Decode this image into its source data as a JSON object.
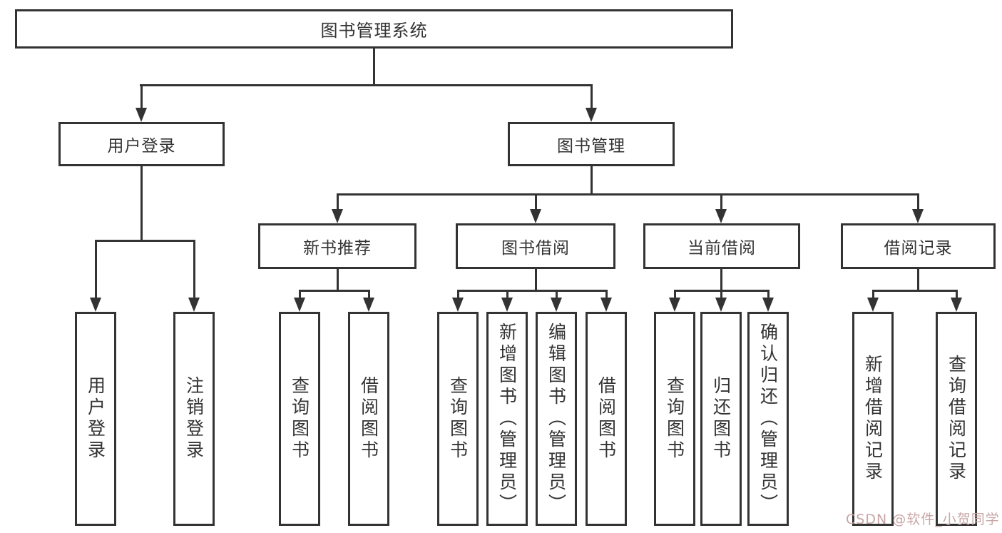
{
  "tree": {
    "root": "图书管理系统",
    "user": {
      "label": "用户登录",
      "children": [
        "用户登录",
        "注销登录"
      ]
    },
    "mgmt": {
      "label": "图书管理",
      "groups": [
        {
          "label": "新书推荐",
          "children": [
            "查询图书",
            "借阅图书"
          ]
        },
        {
          "label": "图书借阅",
          "children": [
            "查询图书",
            "新增图书（管理员）",
            "编辑图书（管理员）",
            "借阅图书"
          ]
        },
        {
          "label": "当前借阅",
          "children": [
            "查询图书",
            "归还图书",
            "确认归还（管理员）"
          ]
        },
        {
          "label": "借阅记录",
          "children": [
            "新增借阅记录",
            "查询借阅记录"
          ]
        }
      ]
    }
  },
  "watermark": {
    "text": "CSDN @软件_小贺同学",
    "color": "#c9a6a6"
  },
  "colors": {
    "line": "#333333",
    "text": "#333333",
    "background": "#ffffff"
  }
}
